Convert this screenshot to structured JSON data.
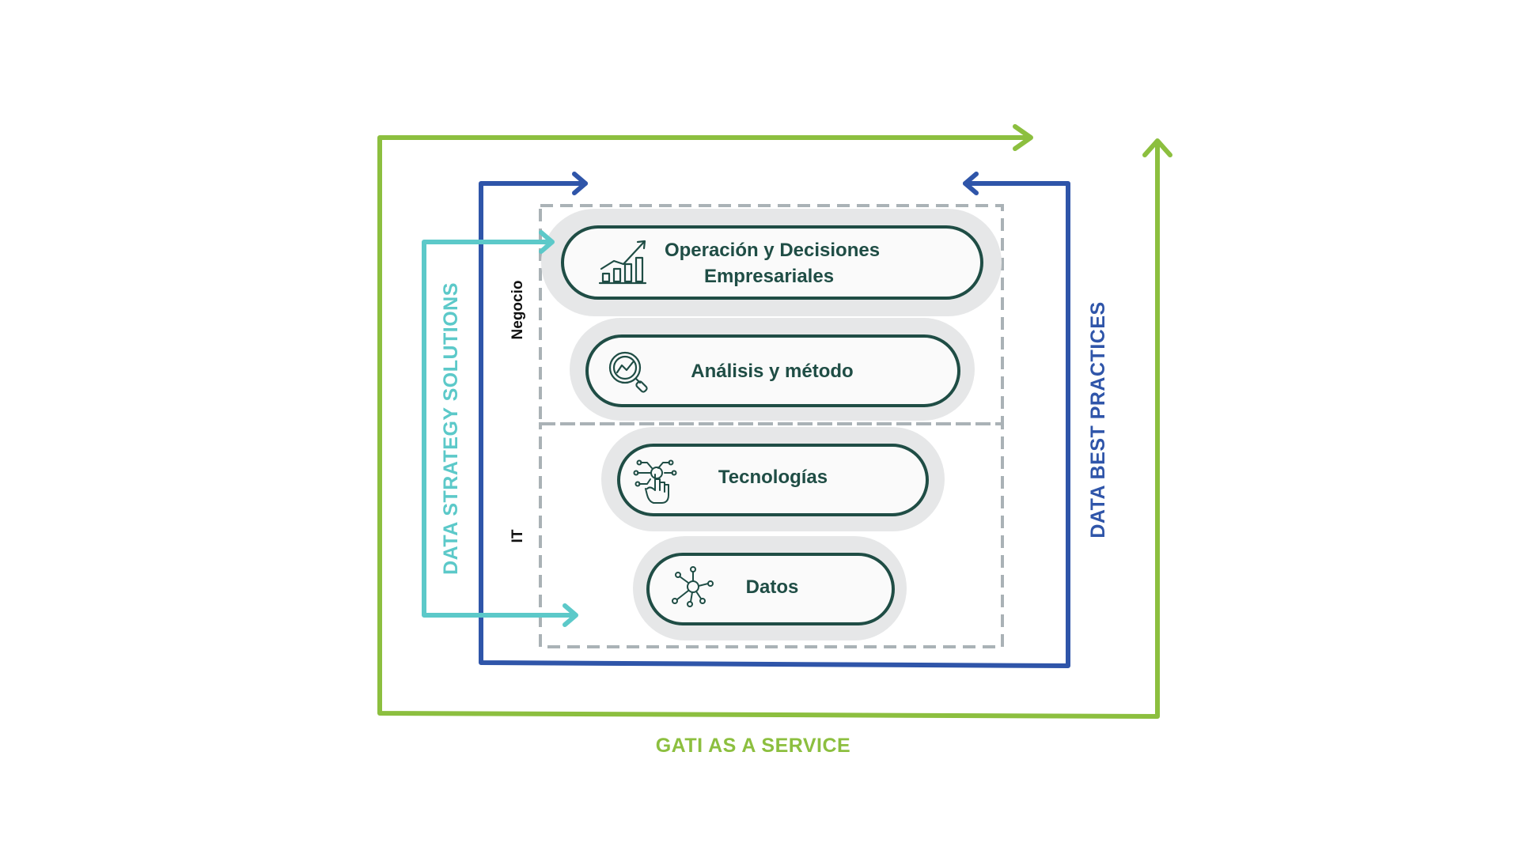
{
  "diagram": {
    "outer_label": "GATI AS A SERVICE",
    "middle_label": "DATA BEST PRACTICES",
    "inner_label": "DATA STRATEGY SOLUTIONS",
    "zones": {
      "top": "Negocio",
      "bottom": "IT"
    },
    "layers": [
      {
        "line1": "Operación y Decisiones",
        "line2": "Empresariales",
        "icon": "growth-chart-icon"
      },
      {
        "line1": "Análisis y método",
        "icon": "magnifier-analytics-icon"
      },
      {
        "line1": "Tecnologías",
        "icon": "touch-network-icon"
      },
      {
        "line1": "Datos",
        "icon": "data-network-icon"
      }
    ]
  },
  "colors": {
    "green": "#8cbf3f",
    "blue": "#2f55a9",
    "teal": "#5cc9c9",
    "pill_border": "#1f4d45",
    "pill_fill": "#fafafa",
    "halo": "#e6e7e8",
    "dashed": "#aab2b6",
    "text": "#1f4d45"
  }
}
